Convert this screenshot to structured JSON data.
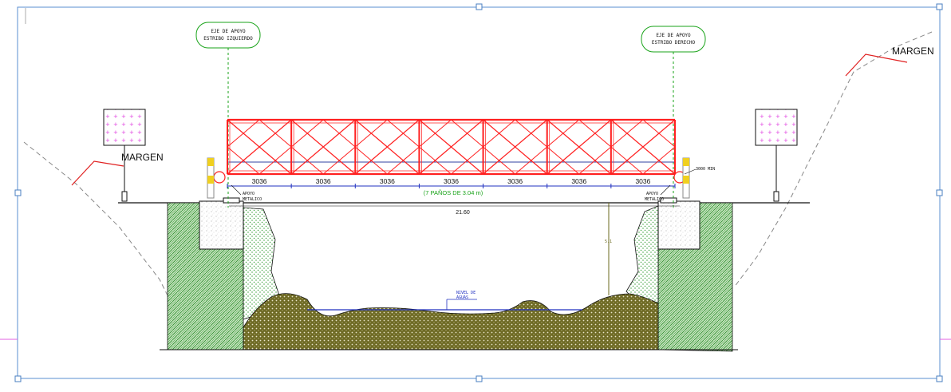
{
  "drawing": {
    "callout_left": {
      "line1": "EJE DE APOYO",
      "line2": "ESTRIBO IZQUIERDO"
    },
    "callout_right": {
      "line1": "EJE DE APOYO",
      "line2": "ESTRIBO DERECHO"
    },
    "margin_left": "MARGEN",
    "margin_right": "MARGEN",
    "panel_widths": [
      "3036",
      "3036",
      "3036",
      "3036",
      "3036",
      "3036",
      "3036"
    ],
    "panels_label": "(7 PAÑOS DE 3.04 m)",
    "total_span": "21.60",
    "apoyo_left": {
      "line1": "APOYO",
      "line2": "METALICO"
    },
    "apoyo_right": {
      "line1": "APOYO",
      "line2": "METALICO"
    },
    "water_level": {
      "line1": "NIVEL DE",
      "line2": "AGUAS"
    },
    "right_note": "3000 MIN",
    "pile_label": "5.1",
    "colors": {
      "truss": "#ff2020",
      "dimension": "#2030c0",
      "callout": "#19a319",
      "soil": "#6b6a1e",
      "hatch_green": "#3a9b3a",
      "pink": "#e040e0"
    }
  }
}
